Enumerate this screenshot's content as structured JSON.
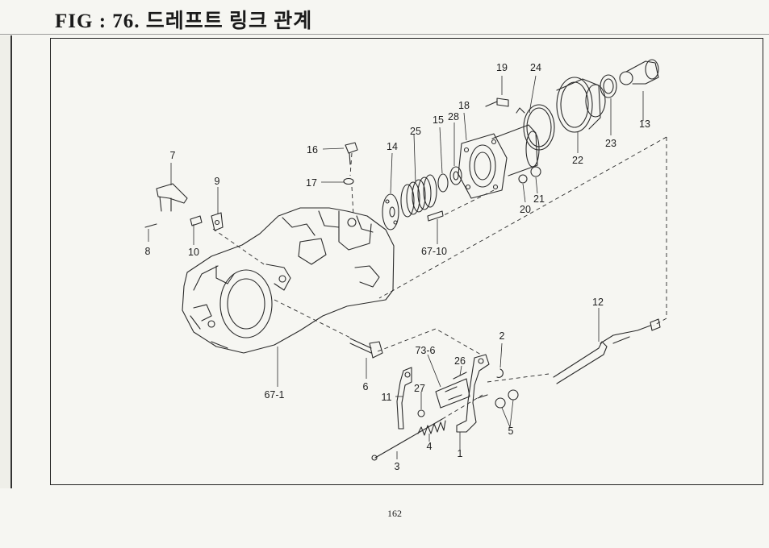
{
  "header": {
    "title": "FIG : 76. 드레프트 링크 관계"
  },
  "footer": {
    "page_number": "162"
  },
  "callouts": {
    "c1": "1",
    "c2": "2",
    "c3": "3",
    "c4": "4",
    "c5": "5",
    "c6": "6",
    "c7": "7",
    "c8": "8",
    "c9": "9",
    "c10": "10",
    "c11": "11",
    "c12": "12",
    "c13": "13",
    "c14": "14",
    "c15": "15",
    "c16": "16",
    "c17": "17",
    "c18": "18",
    "c19": "19",
    "c20": "20",
    "c21": "21",
    "c22": "22",
    "c23": "23",
    "c24": "24",
    "c25": "25",
    "c26": "26",
    "c27": "27",
    "c28": "28",
    "c67_1": "67-1",
    "c67_10": "67-10",
    "c73_6": "73-6"
  }
}
